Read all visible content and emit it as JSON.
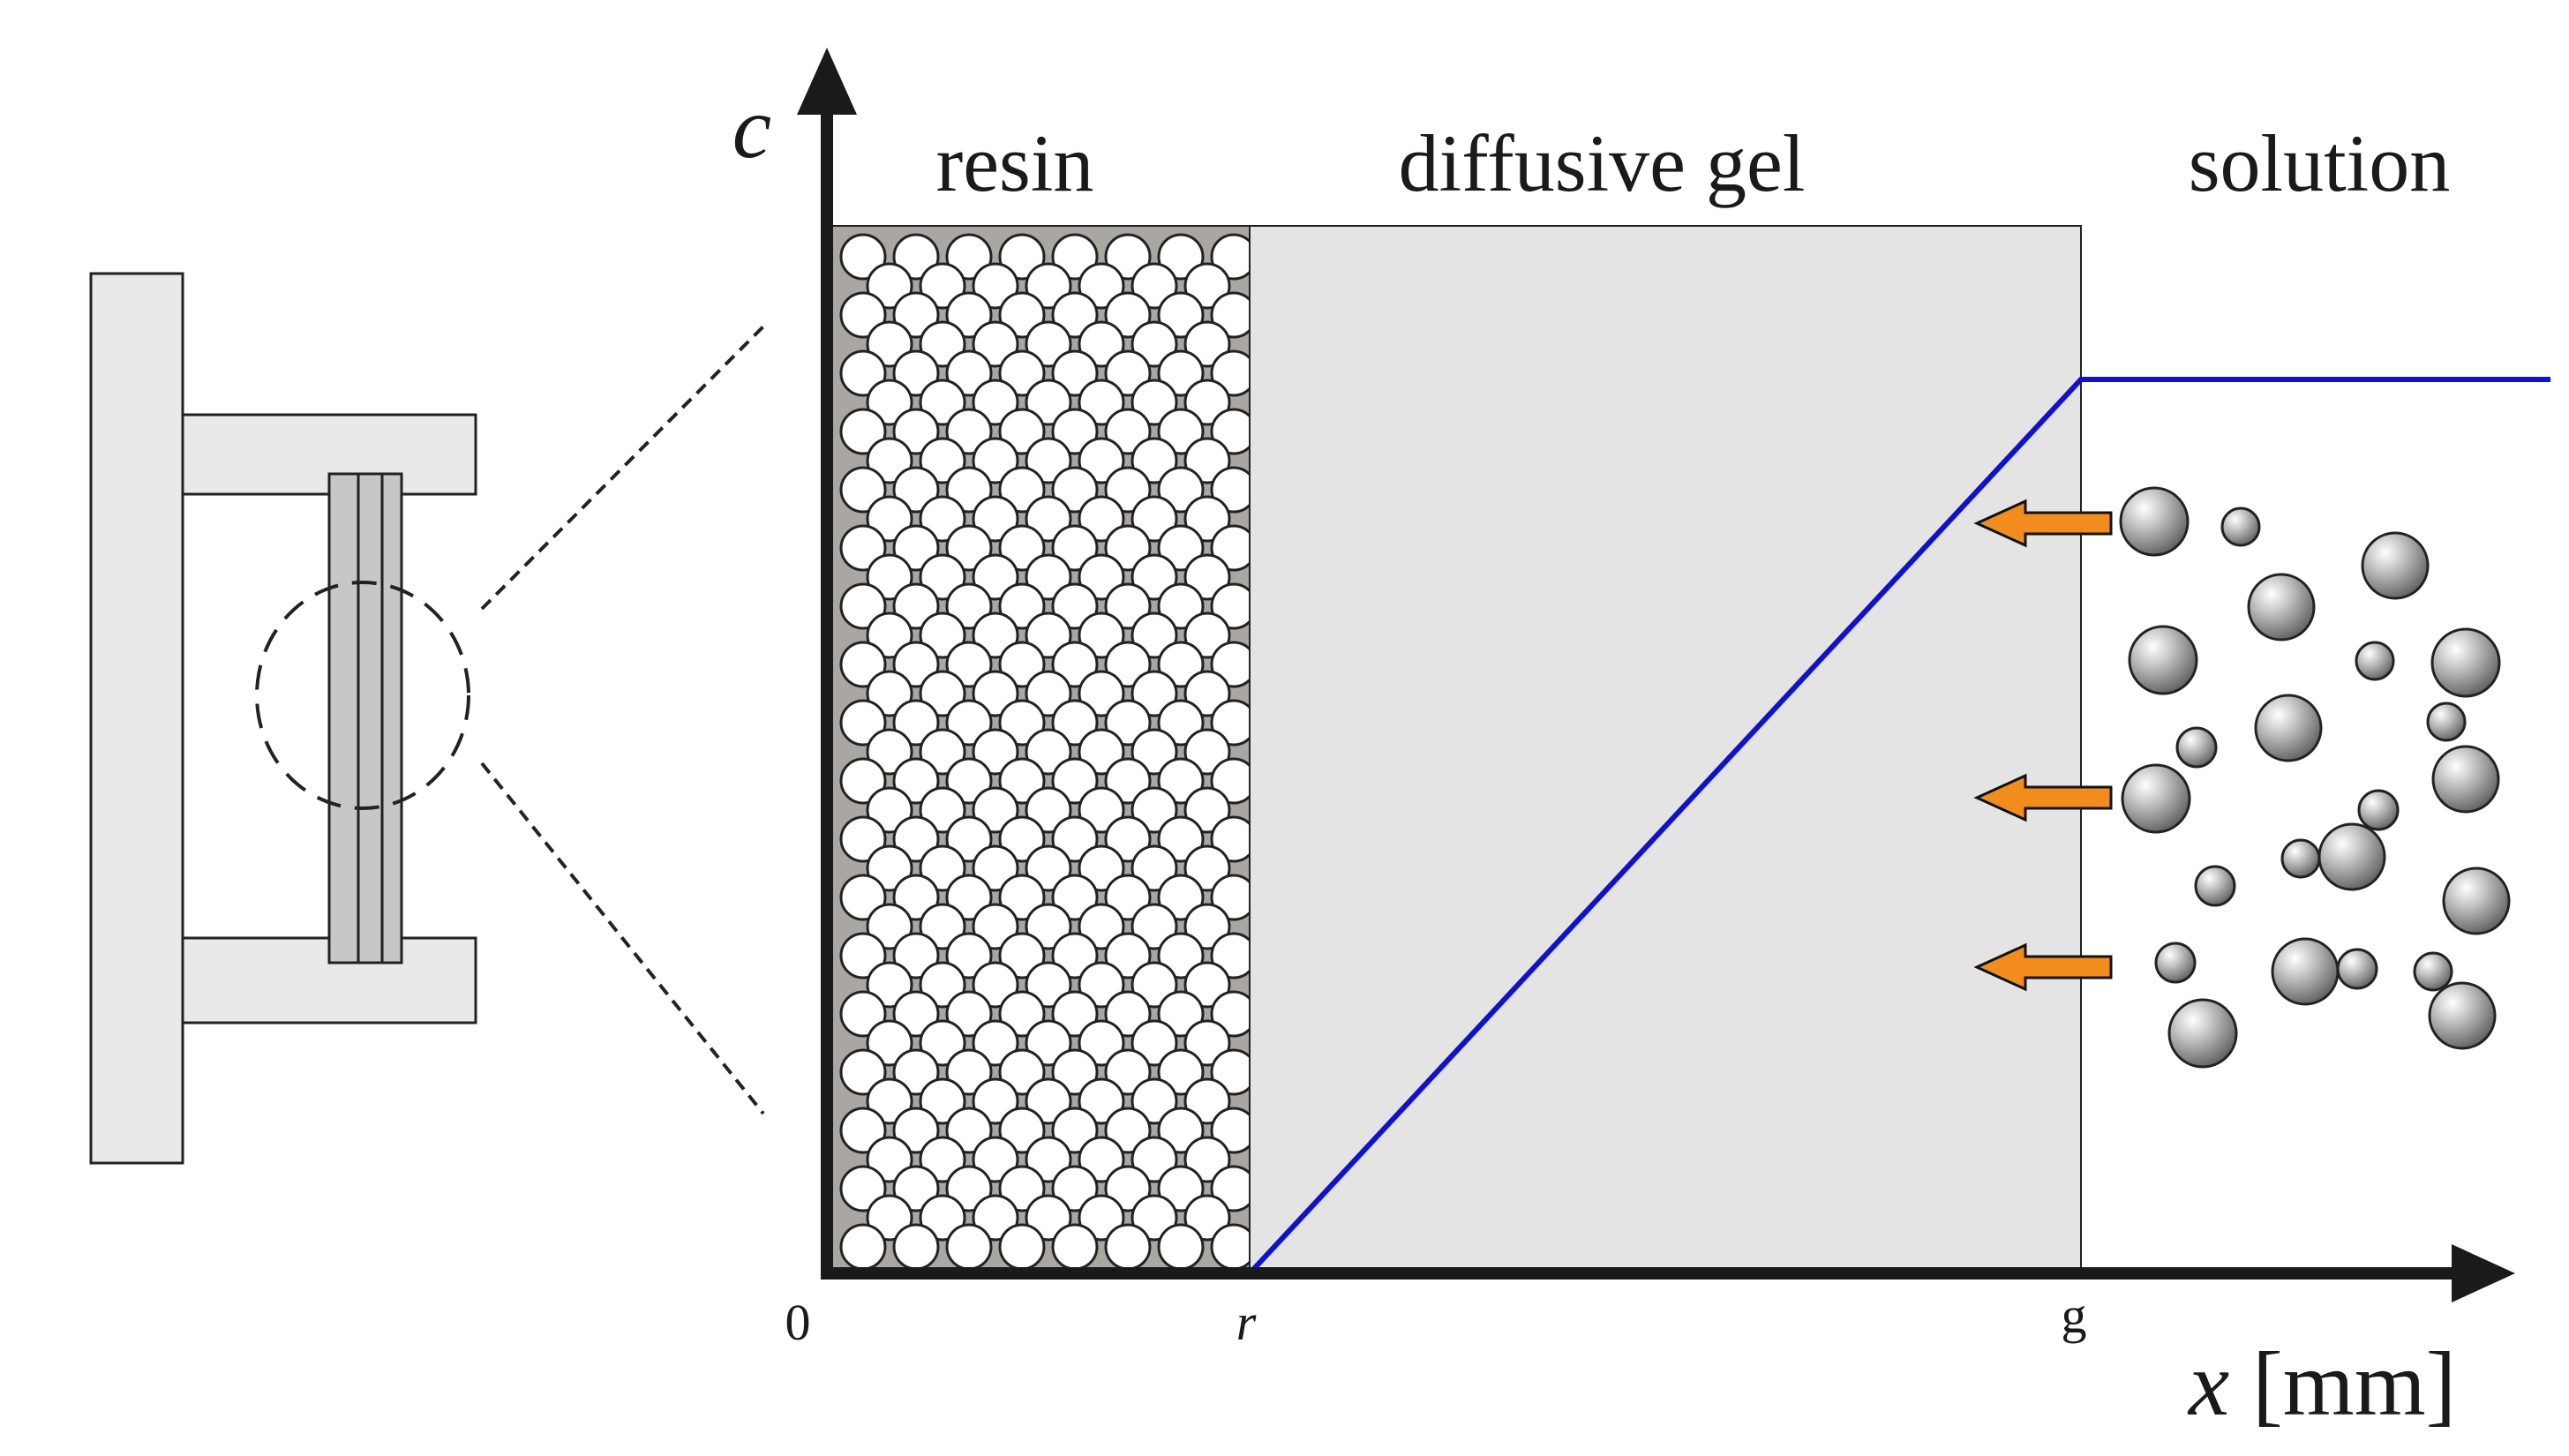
{
  "labels": {
    "y_axis": "c",
    "x_axis_var": "x",
    "x_axis_unit": "[mm]",
    "origin": "0",
    "r_tick": "r",
    "g_tick": "g",
    "region_resin": "resin",
    "region_gel": "diffusive gel",
    "region_solution": "solution"
  },
  "colors": {
    "resin_fill": "#aaa6a2",
    "gel_fill": "#e4e4e4",
    "device_fill": "#e9e9e9",
    "profile_line": "#1010d0",
    "arrow_fill": "#f28c1c",
    "axis": "#1a1a1a"
  },
  "profile": {
    "description_points": [
      [
        "r",
        0
      ],
      [
        "g",
        "c_bulk"
      ],
      [
        "beyond",
        "c_bulk"
      ]
    ]
  },
  "icons": {
    "flux_arrow": "left-arrow-icon",
    "solute_particle": "sphere-icon"
  }
}
